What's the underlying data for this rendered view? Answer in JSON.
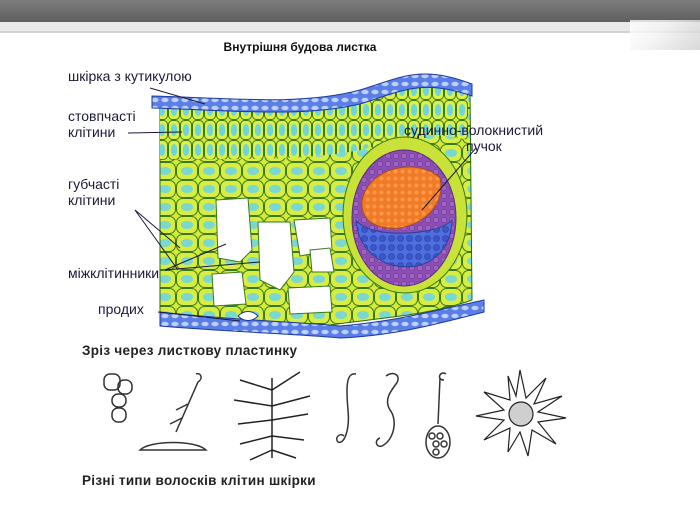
{
  "title": "Внутрішня будова листка",
  "labels": {
    "cuticle": "шкірка з кутикулою",
    "palisade_1": "стовпчасті",
    "palisade_2": "клітини",
    "spongy_1": "губчасті",
    "spongy_2": "клітини",
    "intercellular": "міжклітинники",
    "stoma": "продих",
    "bundle_1": "судинно-волокнистий",
    "bundle_2": "пучок"
  },
  "captions": {
    "cross_section": "Зріз через листкову пластинку",
    "hair_types": "Різні типи волосків клітин шкірки"
  },
  "colors": {
    "epidermis": "#3a5fd0",
    "palisade": "#d4ea3a",
    "cell_inner": "#6fd6d8",
    "phloem_outer": "#8a4fb0",
    "xylem": "#4f6fe0",
    "phloem_core": "#f07a2a"
  }
}
